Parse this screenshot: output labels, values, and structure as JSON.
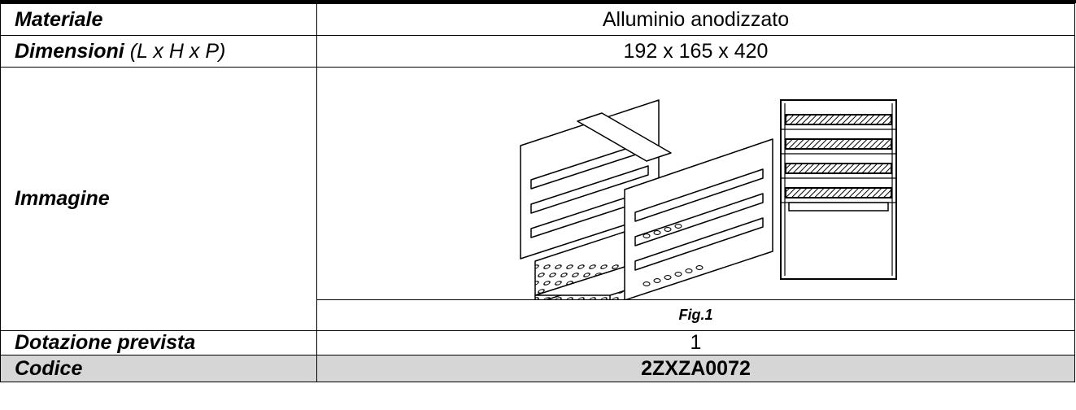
{
  "rows": {
    "materiale": {
      "label": "Materiale",
      "value": "Alluminio anodizzato"
    },
    "dimensioni": {
      "label": "Dimensioni",
      "label_suffix": "(L x H x P)",
      "value": "192 x 165 x 420"
    },
    "immagine": {
      "label": "Immagine",
      "caption": "Fig.1"
    },
    "dotazione": {
      "label": "Dotazione prevista",
      "value": "1"
    },
    "codice": {
      "label": "Codice",
      "value": "2ZXZA0072"
    }
  },
  "colors": {
    "border": "#000000",
    "codice_row_bg": "#d6d6d6"
  }
}
